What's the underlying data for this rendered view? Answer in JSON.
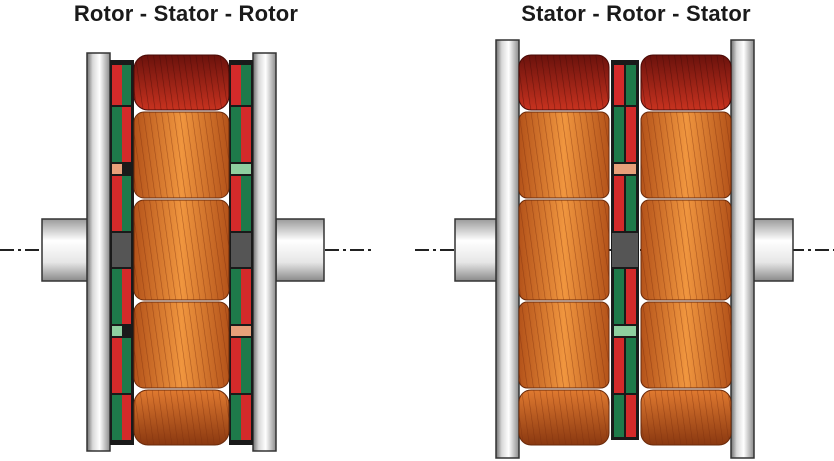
{
  "diagrams": [
    {
      "title": "Rotor - Stator - Rotor",
      "layers": [
        "rotor",
        "stator",
        "rotor"
      ]
    },
    {
      "title": "Stator - Rotor - Stator",
      "layers": [
        "stator",
        "rotor",
        "stator"
      ]
    }
  ],
  "colors": {
    "disc_light": "#f2f2f2",
    "disc_dark": "#7a7a7a",
    "shaft_light": "#ffffff",
    "shaft_dark": "#8a8a8a",
    "coil_top": "#8b1a10",
    "coil_mid": "#e8873a",
    "coil_dark": "#7a2e0c",
    "magnet_red": "#d42a2a",
    "magnet_green": "#1e7a4a",
    "hub": "#555555"
  }
}
